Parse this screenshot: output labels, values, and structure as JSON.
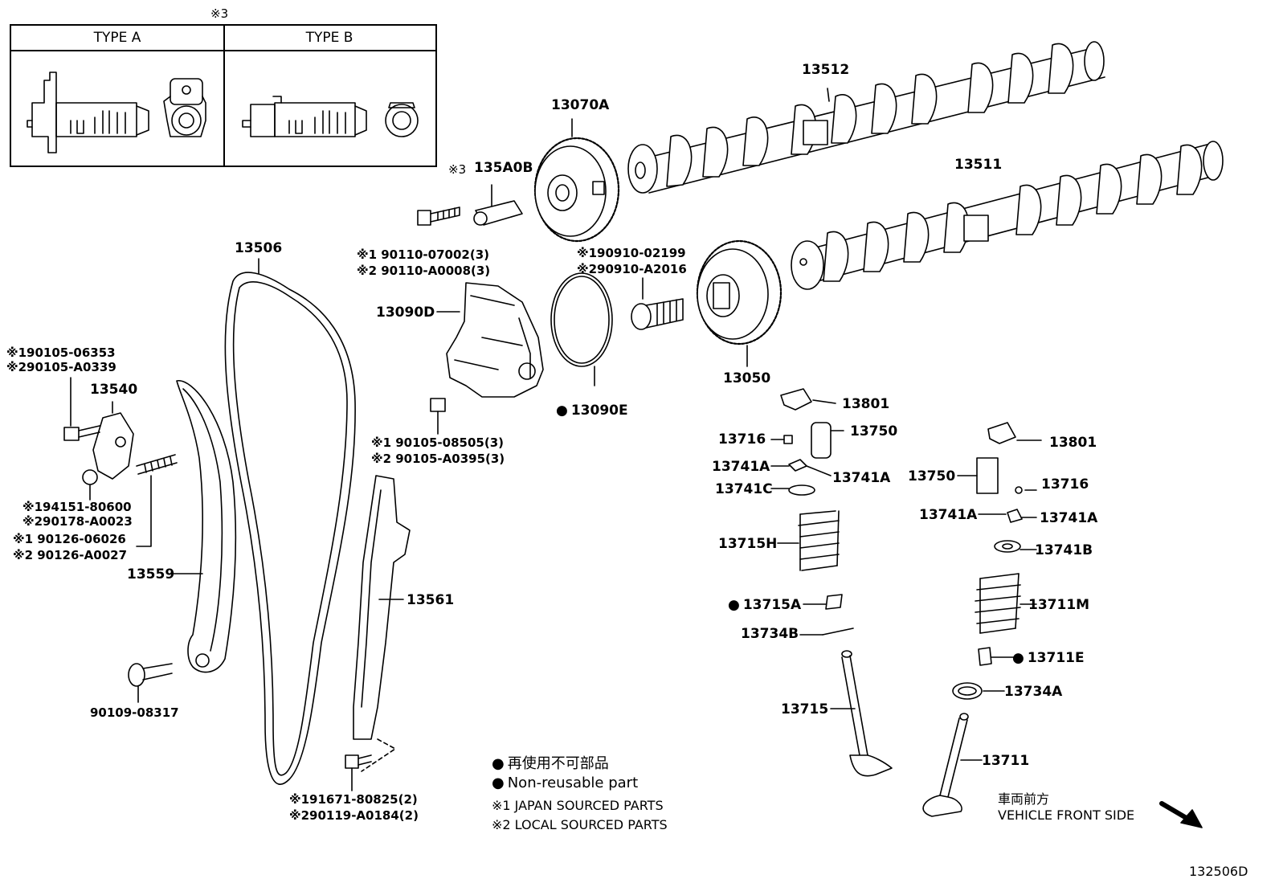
{
  "typebox": {
    "note": "※3",
    "type_a": "TYPE A",
    "type_b": "TYPE B"
  },
  "labels": {
    "p13512": "13512",
    "p13070A": "13070A",
    "p135A0B": "135A0B",
    "p135A0B_note": "※3",
    "p13511": "13511",
    "p13506": "13506",
    "bolt_07002": "※1 90110-07002(3)",
    "bolt_A0008": "※2 90110-A0008(3)",
    "bolt_02199": "※190910-02199",
    "bolt_A2016": "※290910-A2016",
    "p13090D": "13090D",
    "p13050": "13050",
    "p13090E": "13090E",
    "bolt_06353": "※190105-06353",
    "bolt_A0339": "※290105-A0339",
    "p13540": "13540",
    "bolt_08505": "※1 90105-08505(3)",
    "bolt_A0395": "※2 90105-A0395(3)",
    "p13801_a": "13801",
    "p13716_a": "13716",
    "p13750_a": "13750",
    "p13741A_a1": "13741A",
    "p13741A_a2": "13741A",
    "p13741C": "13741C",
    "p13801_b": "13801",
    "p13750_b": "13750",
    "p13716_b": "13716",
    "p13741A_b1": "13741A",
    "p13741A_b2": "13741A",
    "p13741B": "13741B",
    "nut_80600": "※194151-80600",
    "nut_A0023": "※290178-A0023",
    "stud_06026": "※1 90126-06026",
    "stud_A0027": "※2 90126-A0027",
    "p13559": "13559",
    "p13561": "13561",
    "p13715H": "13715H",
    "p13715A": "13715A",
    "p13734B": "13734B",
    "p13711M": "13711M",
    "p13711E": "13711E",
    "p13734A": "13734A",
    "p13715": "13715",
    "p13711": "13711",
    "bolt_08317": "90109-08317",
    "bolt_80825": "※191671-80825(2)",
    "bolt_A0184": "※290119-A0184(2)"
  },
  "legend": {
    "jp_nonreuse": "再使用不可部品",
    "nonreuse": "Non-reusable part",
    "japan": "※1 JAPAN SOURCED PARTS",
    "local": "※2 LOCAL SOURCED PARTS"
  },
  "direction": {
    "jp": "車両前方",
    "en": "VEHICLE FRONT SIDE",
    "icon": "arrow-down-right-icon"
  },
  "figure_id": "132506D"
}
